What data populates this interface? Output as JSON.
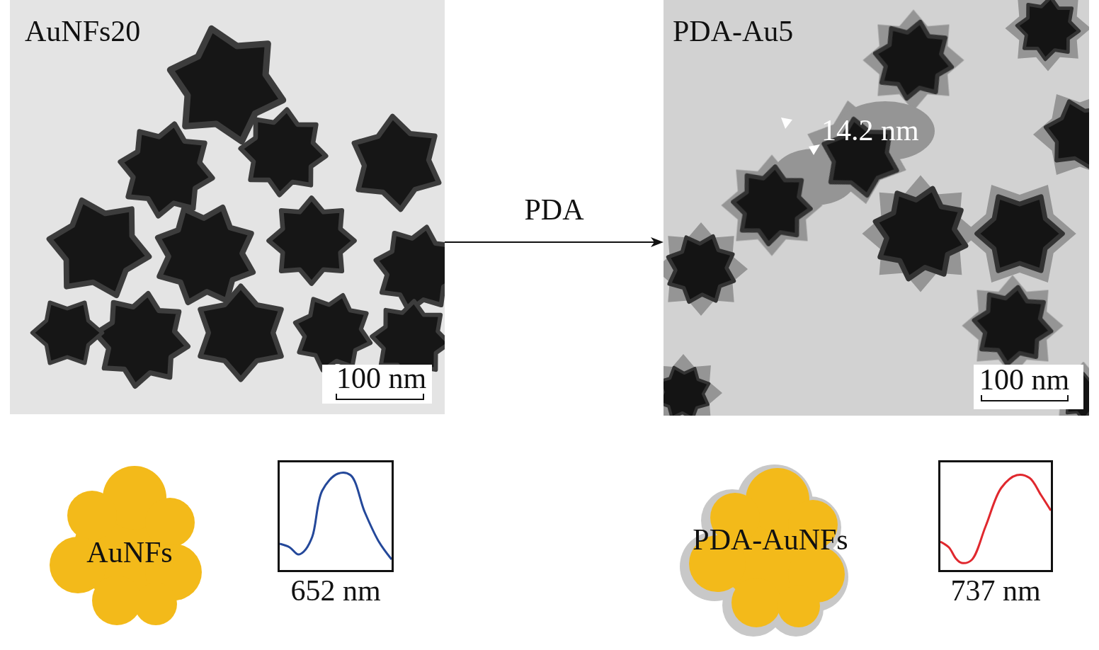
{
  "diagram": {
    "nodes": [
      {
        "text": [
          "AuNFs20",
          "100 nm"
        ]
      },
      {
        "text": [
          "PDA-Au5",
          "14.2 nm",
          "100 nm"
        ]
      },
      {
        "text": [
          "AuNFs"
        ]
      },
      {
        "text": [
          "652 nm"
        ]
      },
      {
        "text": [
          "PDA-AuNFs"
        ]
      },
      {
        "text": [
          "737 nm"
        ]
      }
    ],
    "edges": [
      {
        "from": 0,
        "to": 1,
        "arrow": "to",
        "label": "PDA"
      }
    ]
  }
}
